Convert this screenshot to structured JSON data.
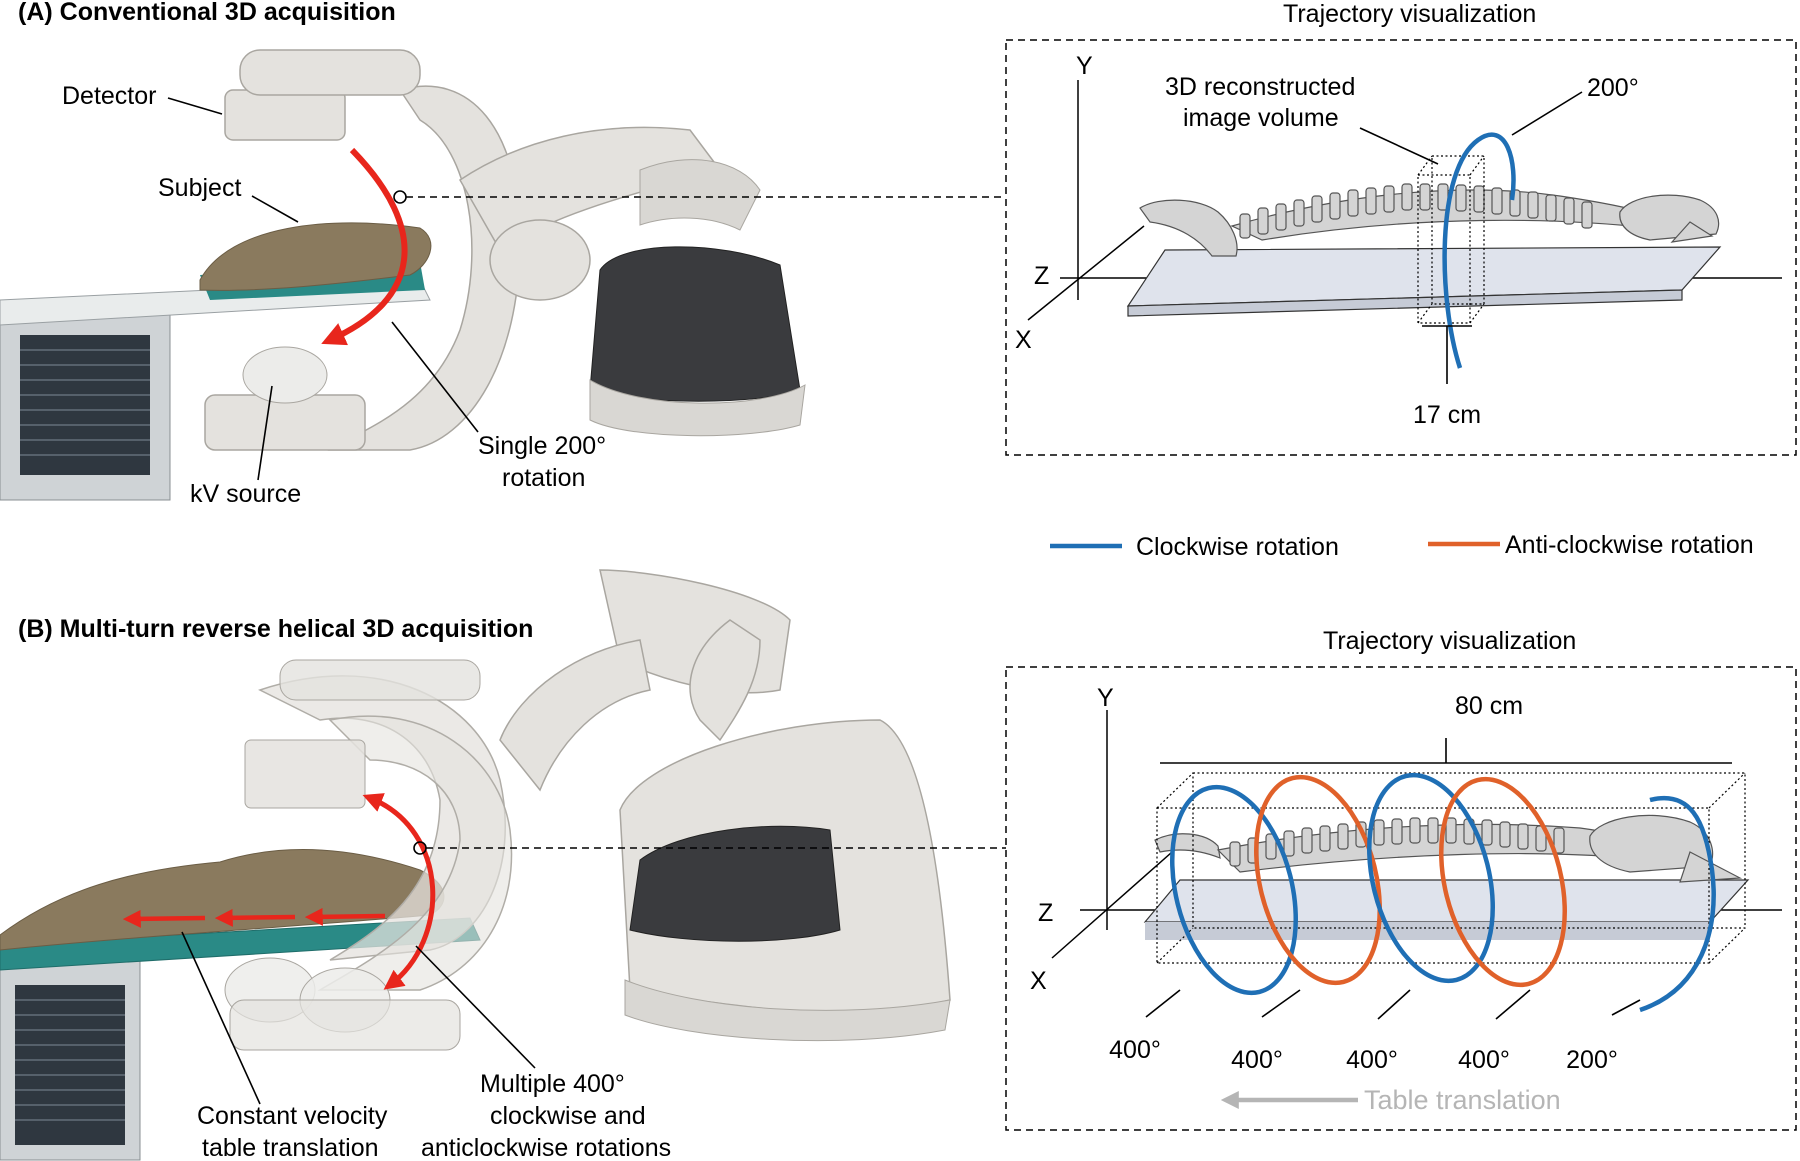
{
  "panel_a": {
    "title": "(A) Conventional 3D acquisition",
    "labels": {
      "detector": "Detector",
      "subject": "Subject",
      "kv_source": "kV source",
      "rotation_line1": "Single 200°",
      "rotation_line2": "rotation"
    },
    "trajectory": {
      "title": "Trajectory visualization",
      "axis_y": "Y",
      "axis_z": "Z",
      "axis_x": "X",
      "volume_line1": "3D reconstructed",
      "volume_line2": "image volume",
      "angle": "200°",
      "width": "17 cm"
    }
  },
  "legend": {
    "clockwise": "Clockwise rotation",
    "anticlockwise": "Anti-clockwise rotation",
    "clockwise_color": "#1f6fb5",
    "anticlockwise_color": "#e0612a"
  },
  "panel_b": {
    "title": "(B) Multi-turn reverse helical 3D acquisition",
    "labels": {
      "table_line1": "Constant velocity",
      "table_line2": "table translation",
      "rot_line1": "Multiple 400°",
      "rot_line2": "clockwise and",
      "rot_line3": "anticlockwise rotations"
    },
    "trajectory": {
      "title": "Trajectory visualization",
      "axis_y": "Y",
      "axis_z": "Z",
      "axis_x": "X",
      "length": "80 cm",
      "angles": [
        "400°",
        "400°",
        "400°",
        "400°",
        "200°"
      ],
      "table_translation": "Table translation"
    }
  },
  "colors": {
    "arrow_red": "#e8261c",
    "table_arrow_gray": "#b5b5b5"
  }
}
